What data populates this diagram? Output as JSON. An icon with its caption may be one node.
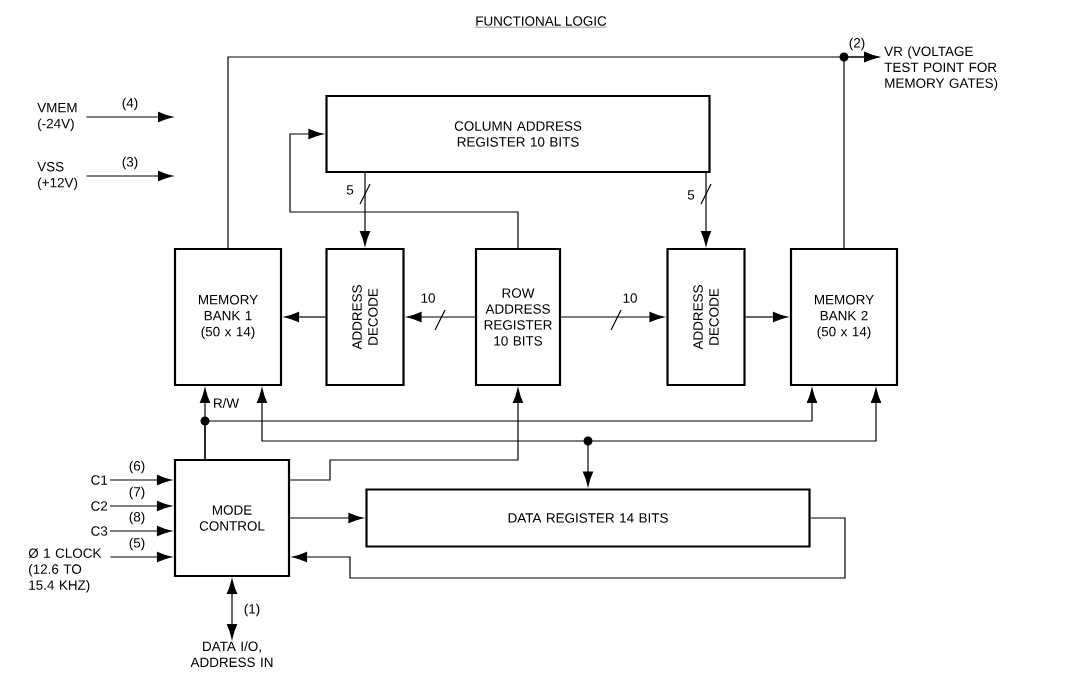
{
  "diagram": {
    "title": "FUNCTIONAL LOGIC",
    "nodes": [
      {
        "text": [
          "COLUMN ADDRESS REGISTER 10 BITS"
        ]
      },
      {
        "text": [
          "MEMORY BANK 1 (50 x 14)"
        ]
      },
      {
        "text": [
          "ADDRESS DECODE"
        ]
      },
      {
        "text": [
          "ROW ADDRESS REGISTER 10 BITS"
        ]
      },
      {
        "text": [
          "ADDRESS DECODE"
        ]
      },
      {
        "text": [
          "MEMORY BANK 2 (50 x 14)"
        ]
      },
      {
        "text": [
          "MODE CONTROL"
        ]
      },
      {
        "text": [
          "DATA REGISTER 14 BITS"
        ]
      },
      {
        "text": [
          "VMEM (-24V)"
        ]
      },
      {
        "text": [
          "VSS (+12V)"
        ]
      },
      {
        "text": [
          "VR (VOLTAGE TEST POINT FOR MEMORY GATES)"
        ]
      },
      {
        "text": [
          "C1"
        ]
      },
      {
        "text": [
          "C2"
        ]
      },
      {
        "text": [
          "C3"
        ]
      },
      {
        "text": [
          "Ø 1 CLOCK (12.6 TO 15.4 KHZ)"
        ]
      },
      {
        "text": [
          "DATA I/O, ADDRESS IN"
        ]
      }
    ],
    "edges": [
      {
        "from": 8,
        "to": null,
        "arrow": "to",
        "label": "(4)"
      },
      {
        "from": 9,
        "to": null,
        "arrow": "to",
        "label": "(3)"
      },
      {
        "from": 1,
        "to": 10,
        "arrow": "to",
        "label": "(2)"
      },
      {
        "from": 5,
        "to": 10,
        "arrow": "to"
      },
      {
        "from": 3,
        "to": 0,
        "arrow": "to"
      },
      {
        "from": 0,
        "to": 2,
        "arrow": "to",
        "label": "5"
      },
      {
        "from": 0,
        "to": 4,
        "arrow": "to",
        "label": "5"
      },
      {
        "from": 3,
        "to": 2,
        "arrow": "to",
        "label": "10"
      },
      {
        "from": 3,
        "to": 4,
        "arrow": "to",
        "label": "10"
      },
      {
        "from": 2,
        "to": 1,
        "arrow": "to"
      },
      {
        "from": 4,
        "to": 5,
        "arrow": "to"
      },
      {
        "from": 6,
        "to": 1,
        "arrow": "to",
        "label": "R/W"
      },
      {
        "from": 6,
        "to": 5,
        "arrow": "to"
      },
      {
        "from": 1,
        "to": 5,
        "arrow": "both"
      },
      {
        "from": null,
        "to": 7,
        "arrow": "to"
      },
      {
        "from": 6,
        "to": 3,
        "arrow": "to"
      },
      {
        "from": 11,
        "to": 6,
        "arrow": "to",
        "label": "(6)"
      },
      {
        "from": 12,
        "to": 6,
        "arrow": "to",
        "label": "(7)"
      },
      {
        "from": 13,
        "to": 6,
        "arrow": "to",
        "label": "(8)"
      },
      {
        "from": 14,
        "to": 6,
        "arrow": "to",
        "label": "(5)"
      },
      {
        "from": 6,
        "to": 7,
        "arrow": "to"
      },
      {
        "from": 7,
        "to": 6,
        "arrow": "to"
      },
      {
        "from": 15,
        "to": 6,
        "arrow": "both",
        "label": "(1)"
      }
    ]
  }
}
